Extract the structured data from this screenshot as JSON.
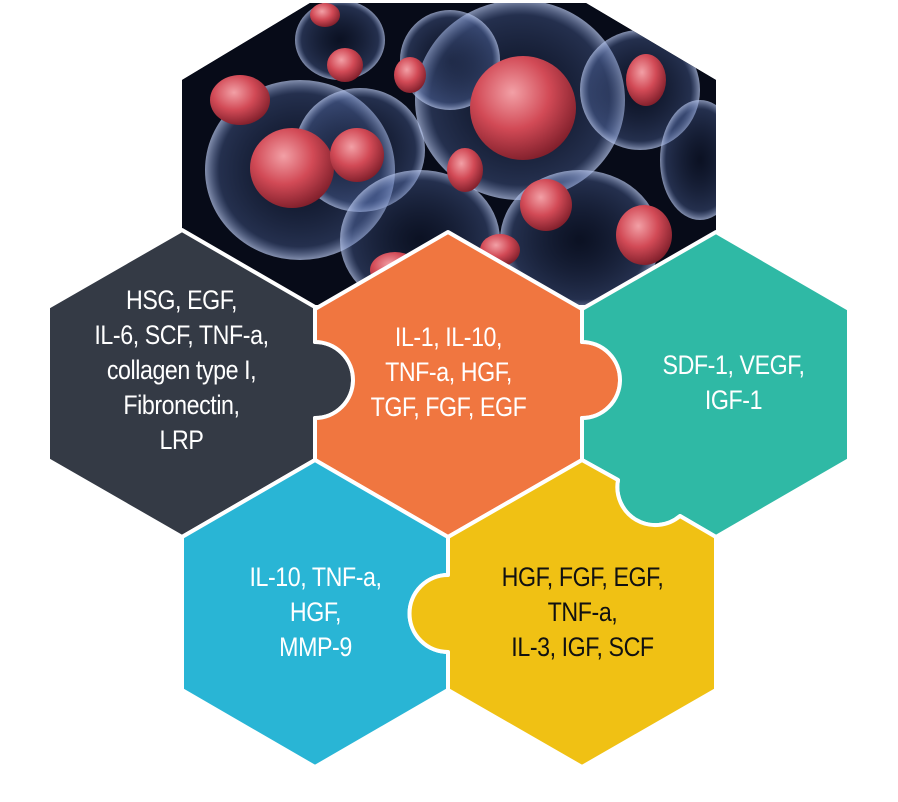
{
  "diagram": {
    "colors": {
      "background": "#ffffff",
      "separator": "#ffffff",
      "image_bg": "#0a0f1e",
      "cell_nucleus": "#c8404c",
      "cell_membrane": "#8fa6d6"
    },
    "top_image": {
      "description": "microscopic cells with red nuclei on dark background",
      "icon": "cells-image"
    },
    "hexagons": [
      {
        "id": "dark",
        "color": "#343a45",
        "text_color": "#ffffff",
        "lines": [
          "HSG, EGF,",
          "IL-6, SCF, TNF-a,",
          "collagen type I,",
          "Fibronectin,",
          "LRP"
        ]
      },
      {
        "id": "orange",
        "color": "#f07640",
        "text_color": "#ffffff",
        "lines": [
          "IL-1, IL-10,",
          "TNF-a, HGF,",
          "TGF, FGF, EGF"
        ]
      },
      {
        "id": "teal",
        "color": "#2fb9a5",
        "text_color": "#ffffff",
        "lines": [
          "SDF-1, VEGF,",
          "IGF-1"
        ]
      },
      {
        "id": "blue",
        "color": "#29b5d5",
        "text_color": "#ffffff",
        "lines": [
          "IL-10, TNF-a,",
          "HGF,",
          "MMP-9"
        ]
      },
      {
        "id": "yellow",
        "color": "#f0c114",
        "text_color": "#111111",
        "lines": [
          "HGF, FGF, EGF,",
          "TNF-a,",
          "IL-3, IGF, SCF"
        ]
      }
    ]
  }
}
